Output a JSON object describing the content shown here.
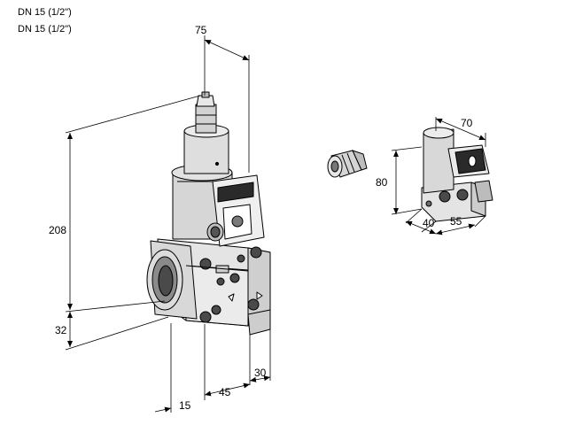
{
  "header": {
    "line1": "DN 15 (1/2\")",
    "line2": "DN 15 (1/2\")"
  },
  "dimensions": {
    "width_top": "75",
    "height_total": "208",
    "offset_bottom": "32",
    "base_15": "15",
    "base_45": "45",
    "base_30": "30",
    "coil_width": "70",
    "coil_height": "80",
    "coil_depth_40": "40",
    "coil_depth_55": "55"
  },
  "colors": {
    "body": "#e6e6e6",
    "shade": "#c8c8c8",
    "dark": "#2a2a2a",
    "line": "#000000"
  }
}
